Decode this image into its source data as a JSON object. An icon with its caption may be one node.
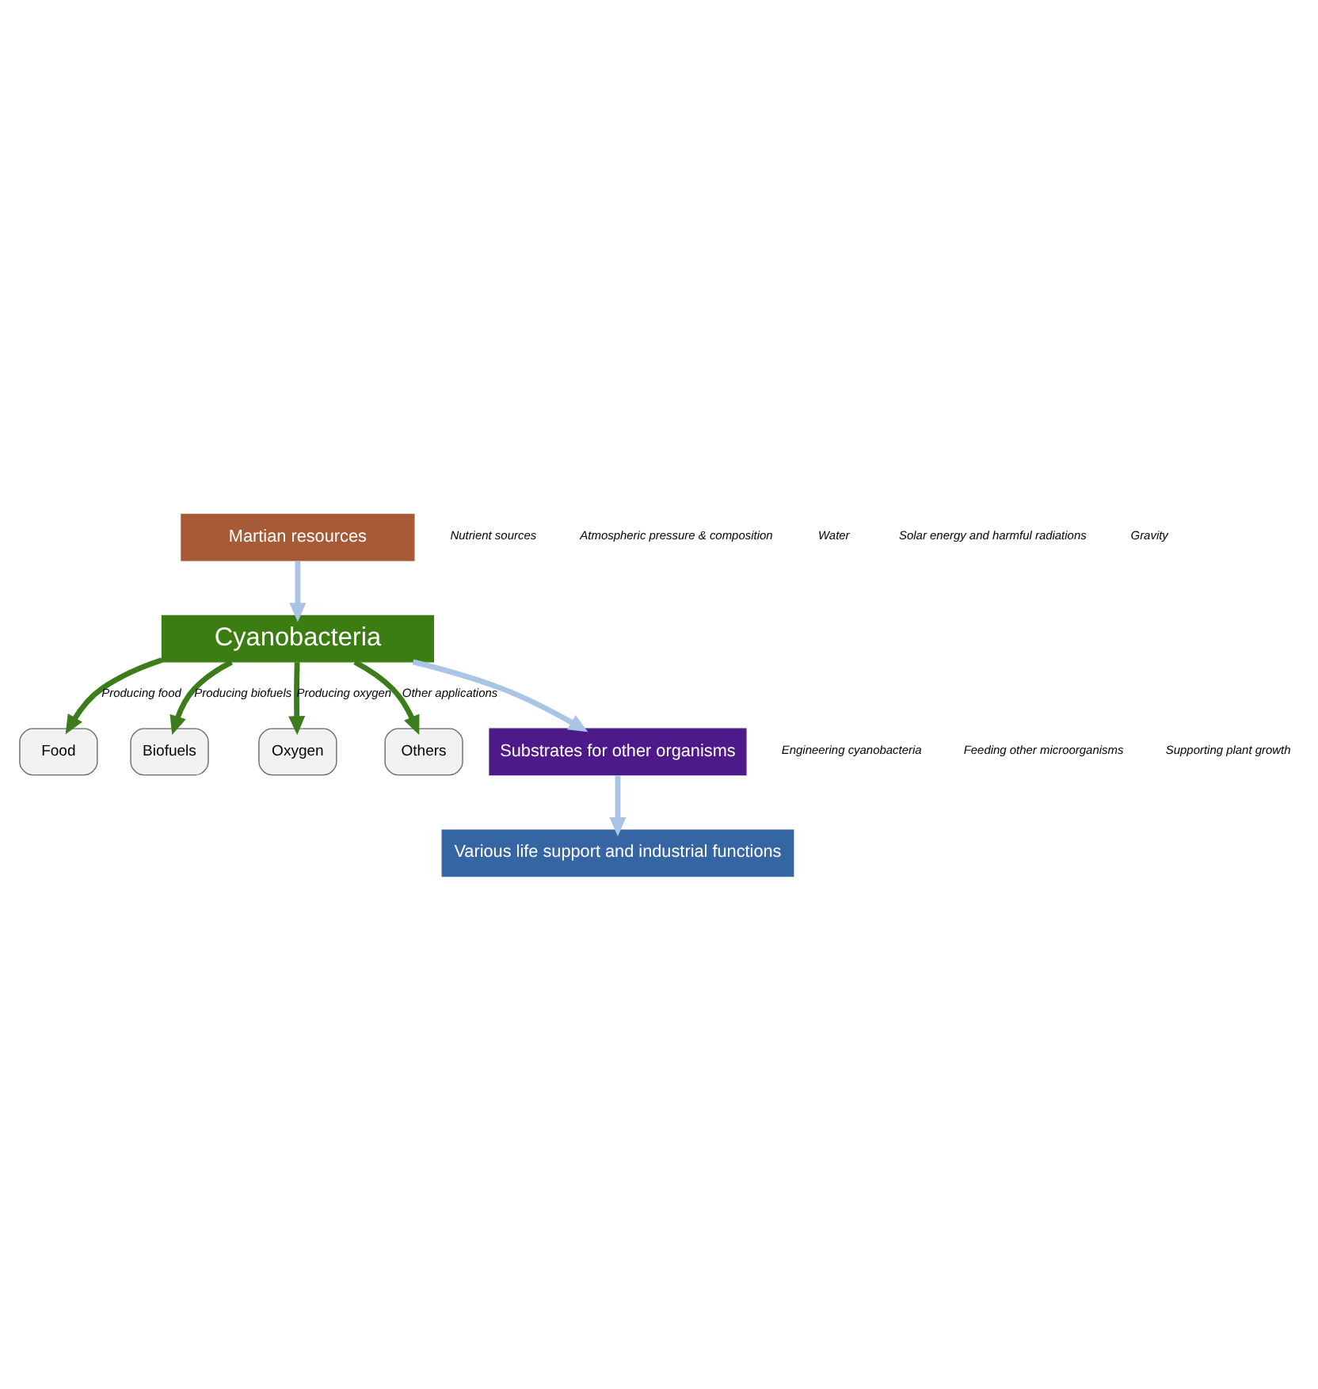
{
  "diagram": {
    "nodes": [
      {
        "text": [
          "Martian resources"
        ]
      },
      {
        "text": [
          "Cyanobacteria"
        ]
      },
      {
        "text": [
          "Food"
        ]
      },
      {
        "text": [
          "Biofuels"
        ]
      },
      {
        "text": [
          "Oxygen"
        ]
      },
      {
        "text": [
          "Others"
        ]
      },
      {
        "text": [
          "Substrates for other organisms"
        ]
      },
      {
        "text": [
          "Various life support and industrial functions"
        ]
      }
    ],
    "edges": [
      {
        "from": 0,
        "to": 1,
        "arrow": "to",
        "color": "#a9c4e4"
      },
      {
        "from": 1,
        "to": 2,
        "arrow": "to",
        "label": "Producing food"
      },
      {
        "from": 1,
        "to": 3,
        "arrow": "to",
        "label": "Producing biofuels"
      },
      {
        "from": 1,
        "to": 4,
        "arrow": "to",
        "label": "Producing oxygen"
      },
      {
        "from": 1,
        "to": 5,
        "arrow": "to",
        "label": "Other applications"
      },
      {
        "from": 1,
        "to": 6,
        "arrow": "to",
        "color": "#a9c4e4"
      },
      {
        "from": 6,
        "to": 7,
        "arrow": "to",
        "color": "#a9c4e4"
      }
    ],
    "labels": [
      "Nutrient sources",
      "Atmospheric pressure & composition",
      "Water",
      "Solar energy and harmful radiations",
      "Gravity",
      "Engineering cyanobacteria",
      "Feeding other microorganisms",
      "Supporting plant growth"
    ]
  }
}
